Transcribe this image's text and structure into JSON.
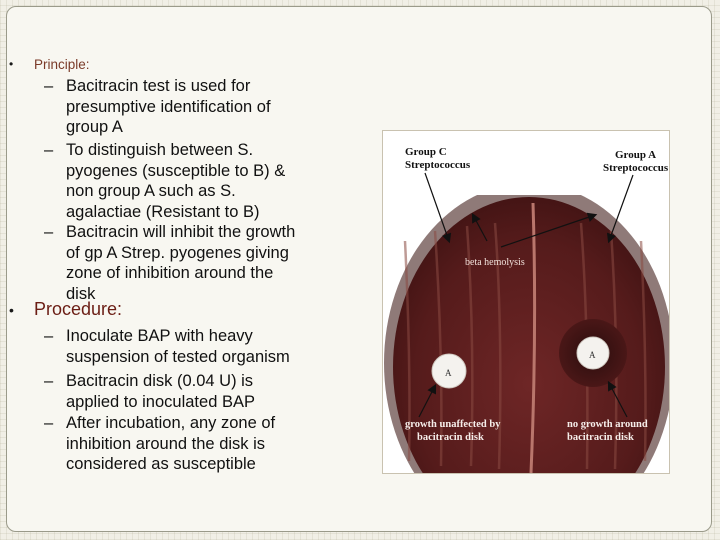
{
  "slide": {
    "bullet_glyph": "•",
    "dash_glyph": "–",
    "principle": {
      "label": "Principle:",
      "items": [
        [
          "Bacitracin test is used for",
          "presumptive identification of",
          "group A"
        ],
        [
          "To distinguish between S.",
          "pyogenes (susceptible to B) &",
          "non group A such as S.",
          "agalactiae (Resistant to B)"
        ],
        [
          "Bacitracin will inhibit the growth",
          "of gp A Strep. pyogenes giving",
          "zone of inhibition around the",
          "disk"
        ]
      ]
    },
    "procedure": {
      "label": "Procedure:",
      "items": [
        [
          "Inoculate BAP with heavy",
          "suspension of tested organism"
        ],
        [
          "Bacitracin disk (0.04 U) is",
          "applied to inoculated BAP"
        ],
        [
          "After incubation, any zone of",
          "inhibition around the disk is",
          "considered as susceptible"
        ]
      ]
    },
    "figure": {
      "label_group_c": [
        "Group C",
        "Streptococcus"
      ],
      "label_group_a": [
        "Group A",
        "Streptococcus"
      ],
      "label_beta": "beta hemolysis",
      "label_growth_unaffected": [
        "growth unaffected by",
        "bacitracin disk"
      ],
      "label_no_growth": [
        "no growth around",
        "bacitracin disk"
      ],
      "disk_left_mark": "A",
      "disk_right_mark": "A"
    },
    "colors": {
      "principle_label": "#7a3a28",
      "procedure_label": "#6b1d14",
      "agar": "#5a1c1c",
      "plate_rim": "#8f7a78"
    }
  }
}
